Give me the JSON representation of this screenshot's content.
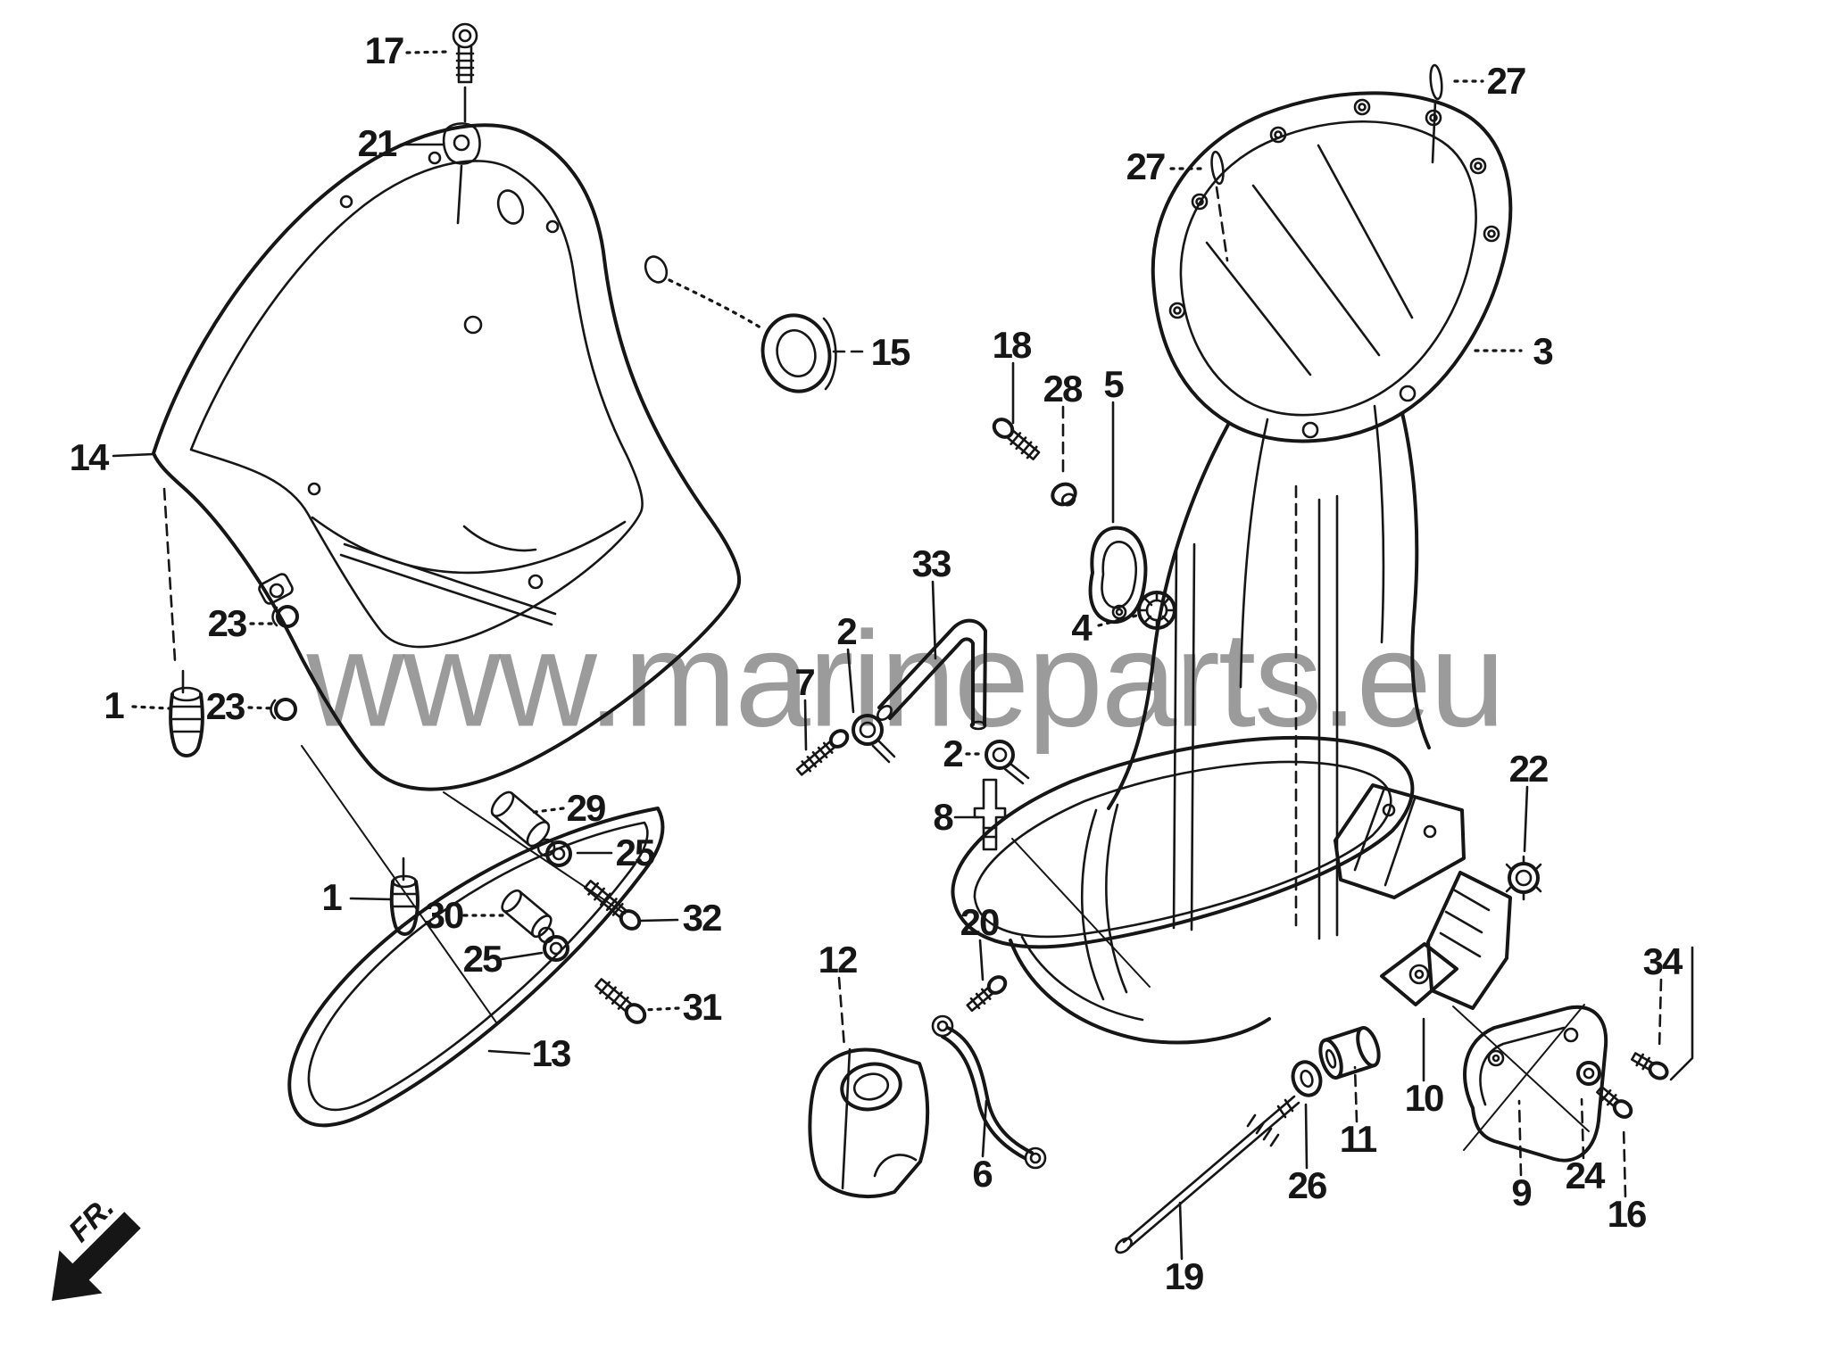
{
  "page": {
    "background": "#ffffff",
    "line_color": "#161616"
  },
  "watermark": {
    "text": "www.marineparts.eu",
    "color": "#8a8a8a"
  },
  "direction": {
    "label": "FR."
  },
  "callouts": [
    {
      "part": "17"
    },
    {
      "part": "21"
    },
    {
      "part": "27"
    },
    {
      "part": "27"
    },
    {
      "part": "3"
    },
    {
      "part": "15"
    },
    {
      "part": "14"
    },
    {
      "part": "18"
    },
    {
      "part": "28"
    },
    {
      "part": "5"
    },
    {
      "part": "4"
    },
    {
      "part": "33"
    },
    {
      "part": "2"
    },
    {
      "part": "7"
    },
    {
      "part": "2"
    },
    {
      "part": "8"
    },
    {
      "part": "20"
    },
    {
      "part": "12"
    },
    {
      "part": "6"
    },
    {
      "part": "19"
    },
    {
      "part": "26"
    },
    {
      "part": "11"
    },
    {
      "part": "10"
    },
    {
      "part": "22"
    },
    {
      "part": "34"
    },
    {
      "part": "9"
    },
    {
      "part": "24"
    },
    {
      "part": "16"
    },
    {
      "part": "23"
    },
    {
      "part": "1"
    },
    {
      "part": "23"
    },
    {
      "part": "29"
    },
    {
      "part": "25"
    },
    {
      "part": "32"
    },
    {
      "part": "30"
    },
    {
      "part": "1"
    },
    {
      "part": "25"
    },
    {
      "part": "31"
    },
    {
      "part": "13"
    }
  ]
}
